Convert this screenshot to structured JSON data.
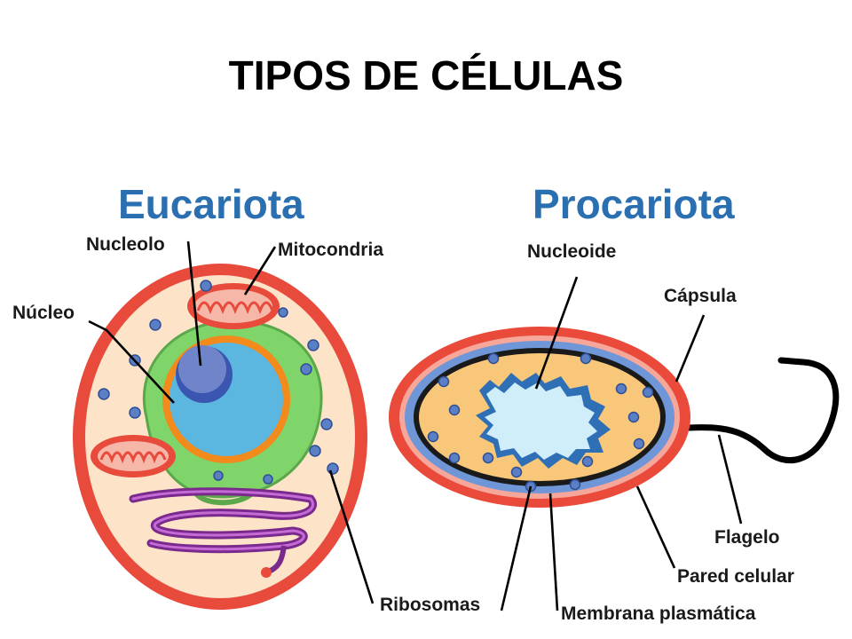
{
  "title": "TIPOS DE CÉLULAS",
  "eukaryote": {
    "heading": "Eucariota",
    "labels": {
      "nucleolo": "Nucleolo",
      "mitocondria": "Mitocondria",
      "nucleo": "Núcleo",
      "ribosomas": "Ribosomas"
    }
  },
  "prokaryote": {
    "heading": "Procariota",
    "labels": {
      "nucleoide": "Nucleoide",
      "capsula": "Cápsula",
      "flagelo": "Flagelo",
      "pared_celular": "Pared celular",
      "membrana_plasmatica": "Membrana plasmática"
    }
  },
  "colors": {
    "heading": "#2a6fb0",
    "cell_wall_red": "#e84a3c",
    "cytoplasm": "#fde3c8",
    "nucleus_blue": "#5bb6e0",
    "nucleolus": "#6f84c9",
    "er_green": "#7fd46a",
    "reticulum_purple": "#7a2a8c",
    "ribosome": "#5a7fc4",
    "capsule_red": "#e94a3a",
    "pared_blue": "#6f96d6",
    "proka_cytoplasm": "#f9c779",
    "nucleoid": "#cfeefa"
  }
}
